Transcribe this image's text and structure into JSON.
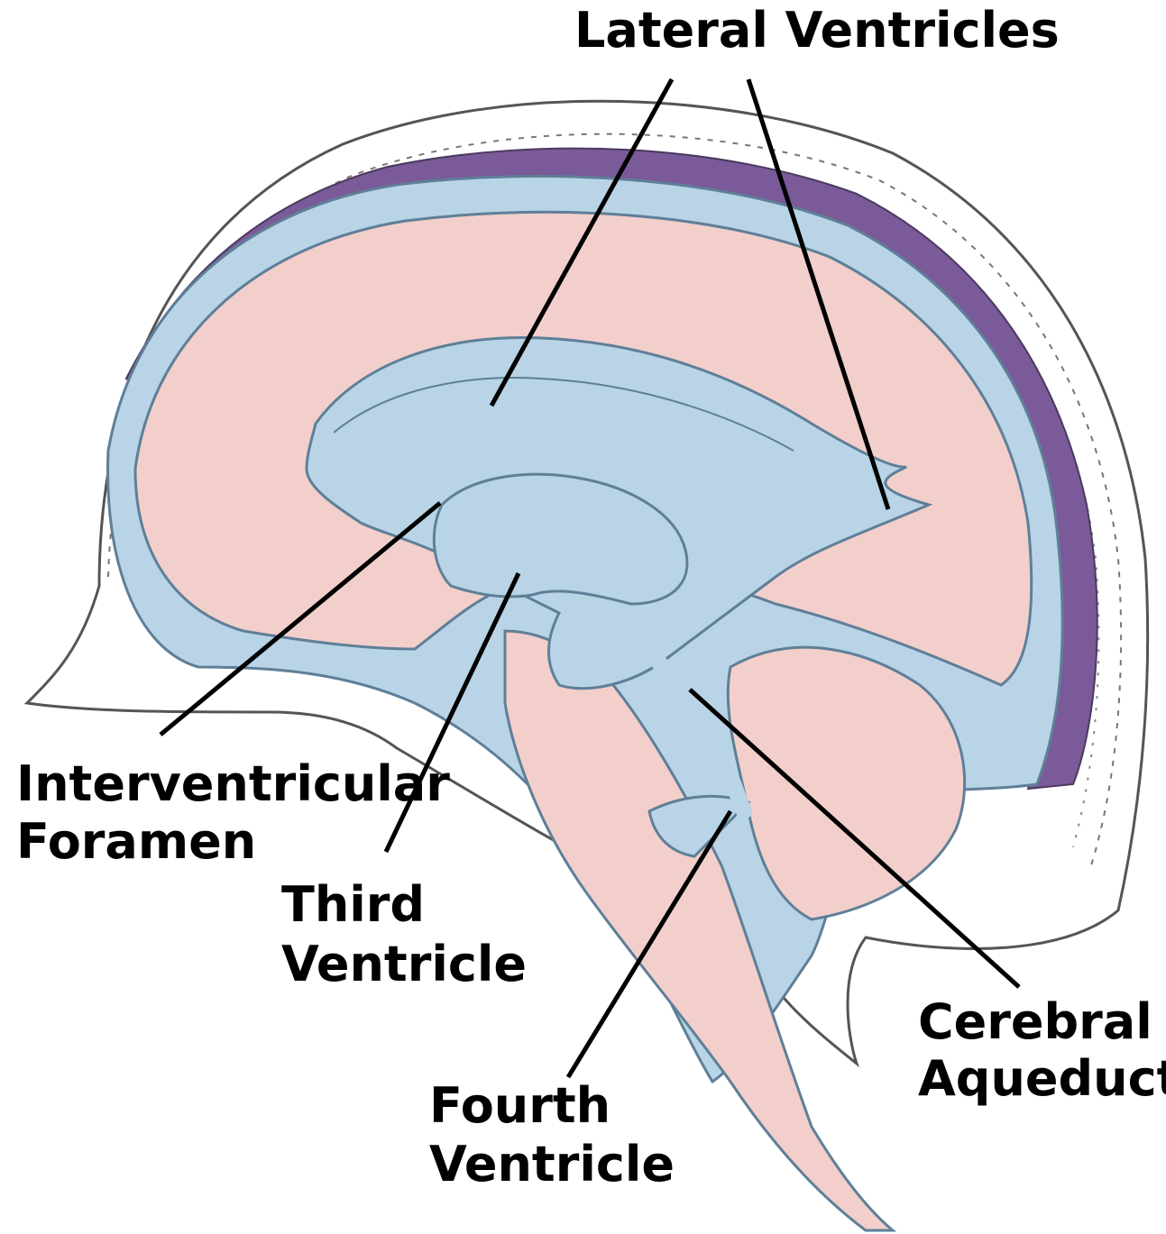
{
  "labels": {
    "lateral_ventricles": "Lateral Ventricles",
    "interventricular_foramen": [
      "Interventricular",
      "Foramen"
    ],
    "third_ventricle": [
      "Third",
      "Ventricle"
    ],
    "fourth_ventricle": [
      "Fourth",
      "Ventricle"
    ],
    "cerebral_aqueduct": [
      "Cerebral",
      "Aqueduct"
    ]
  },
  "colors": {
    "background": "#ffffff",
    "scalp_outline": "#555555",
    "dura_venous": "#7a5a98",
    "csf": "#b8d4e6",
    "csf_outline": "#5f7f98",
    "brain_tissue": "#f2cfcb",
    "leader_line": "#000000"
  }
}
